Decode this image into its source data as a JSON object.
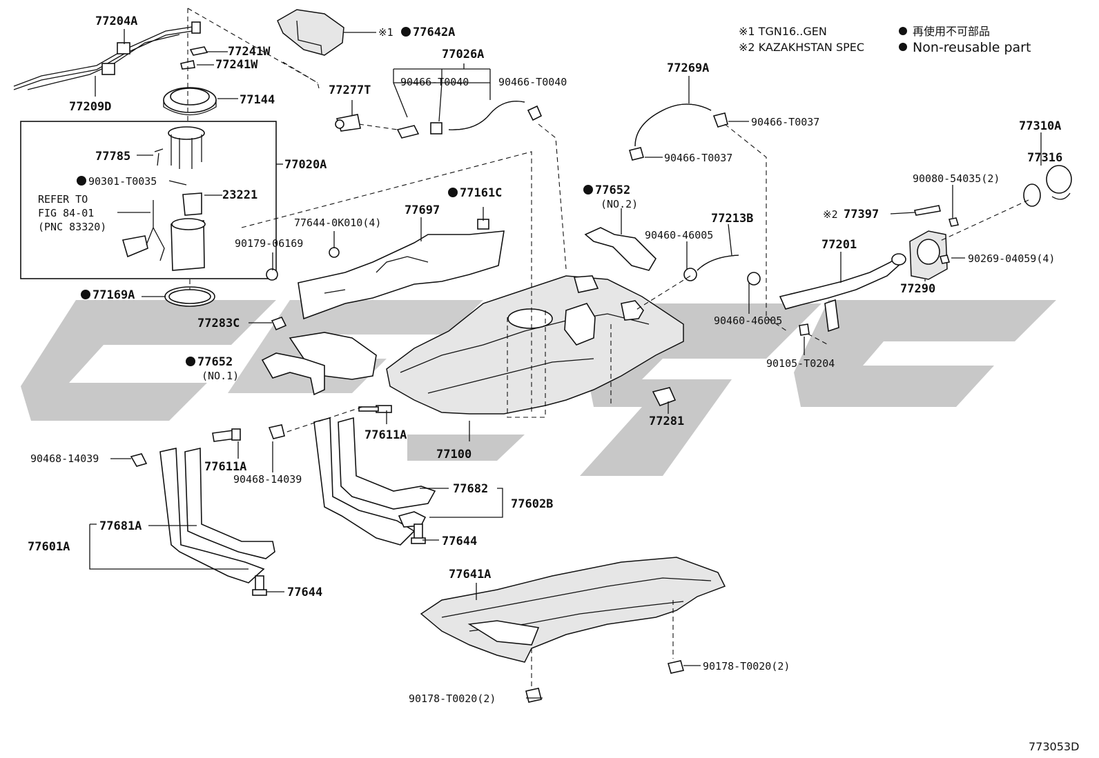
{
  "legend": {
    "note1": "※1 TGN16..GEN",
    "note2": "※2 KAZAKHSTAN SPEC",
    "bullet1": "再使用不可部品",
    "bullet2": "Non-reusable part"
  },
  "figure_id": "773053D",
  "refer": {
    "line1": "REFER TO",
    "line2": "FIG 84-01",
    "line3": "(PNC 83320)"
  },
  "parts": {
    "p77204A": "77204A",
    "p77241W_a": "77241W",
    "p77241W_b": "77241W",
    "p77209D": "77209D",
    "p77144": "77144",
    "p77785": "77785",
    "p77020A": "77020A",
    "p90301": "90301-T0035",
    "p23221": "23221",
    "p77169A": "77169A",
    "p77283C": "77283C",
    "p77652_no1": "77652",
    "p77652_no1_sub": "(NO.1)",
    "p90468_a": "90468-14039",
    "p77611A_a": "77611A",
    "p90468_b": "90468-14039",
    "p77681A": "77681A",
    "p77601A": "77601A",
    "p77644_a": "77644",
    "p77642A_prefix": "※1",
    "p77642A": "77642A",
    "p77026A": "77026A",
    "p77277T": "77277T",
    "p90466_T0040_a": "90466-T0040",
    "p90466_T0040_b": "90466-T0040",
    "p77161C": "77161C",
    "p77697": "77697",
    "p77644_0K010": "77644-0K010(4)",
    "p90179": "90179-06169",
    "p77611A_b": "77611A",
    "p77100": "77100",
    "p77682": "77682",
    "p77602B": "77602B",
    "p77644_b": "77644",
    "p77641A": "77641A",
    "p90178_a": "90178-T0020(2)",
    "p90178_b": "90178-T0020(2)",
    "p77269A": "77269A",
    "p90466_T0037_a": "90466-T0037",
    "p90466_T0037_b": "90466-T0037",
    "p77652_no2": "77652",
    "p77652_no2_sub": "(NO.2)",
    "p77213B": "77213B",
    "p90460_a": "90460-46005",
    "p90460_b": "90460-46005",
    "p90105": "90105-T0204",
    "p77281": "77281",
    "p77201": "77201",
    "p77290": "77290",
    "p77397_prefix": "※2",
    "p77397": "77397",
    "p90080": "90080-54035(2)",
    "p77310A": "77310A",
    "p77316": "77316",
    "p90269": "90269-04059(4)"
  }
}
